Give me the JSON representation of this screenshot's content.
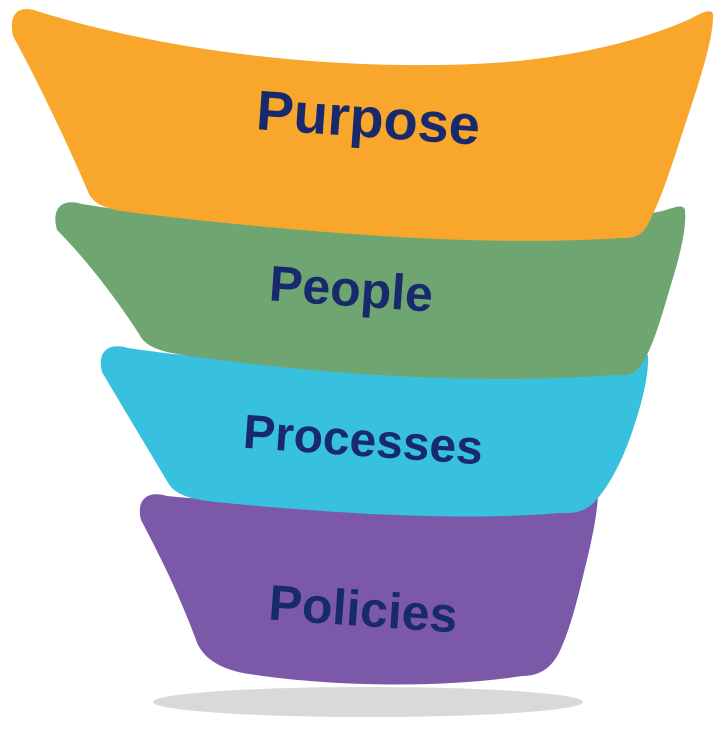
{
  "diagram": {
    "type": "funnel",
    "text_color": "#182A6B",
    "shadow_color": "#D9D9D9",
    "background_color": "#FFFFFF"
  },
  "layers": [
    {
      "label": "Purpose",
      "color": "#F8A62C"
    },
    {
      "label": "People",
      "color": "#6EA571"
    },
    {
      "label": "Processes",
      "color": "#38C1DF"
    },
    {
      "label": "Policies",
      "color": "#7C59A8"
    }
  ]
}
